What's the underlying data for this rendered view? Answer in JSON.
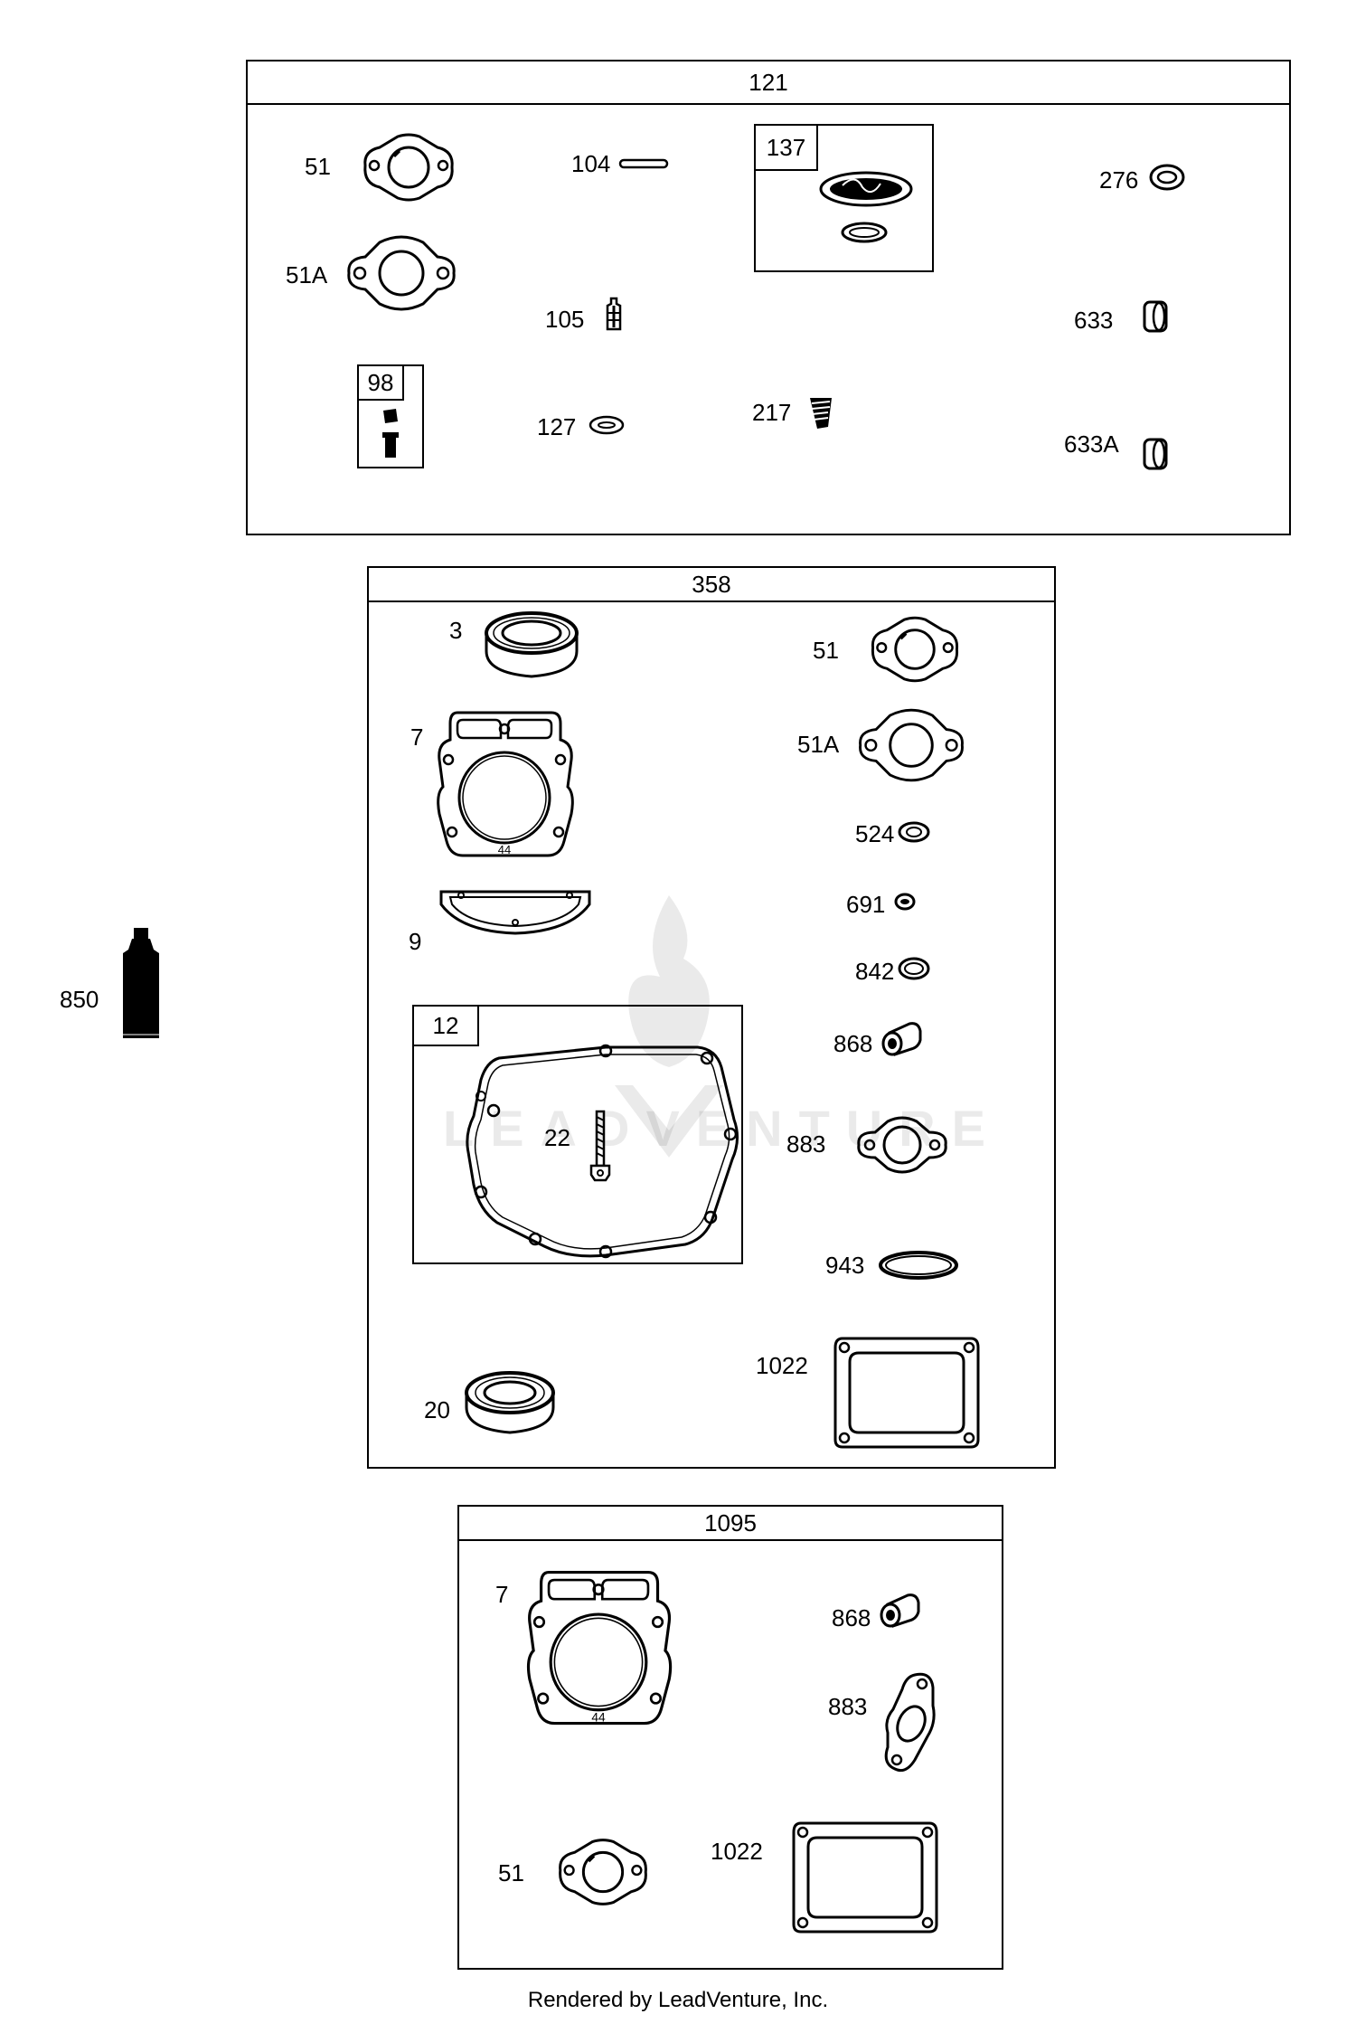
{
  "kits": [
    {
      "id": "121",
      "title": "121",
      "callouts": [
        "51",
        "51A",
        "104",
        "105",
        "127",
        "137",
        "217",
        "276",
        "633",
        "633A",
        "98"
      ]
    },
    {
      "id": "358",
      "title": "358",
      "callouts": [
        "3",
        "7",
        "9",
        "12",
        "22",
        "20",
        "51",
        "51A",
        "524",
        "691",
        "842",
        "868",
        "883",
        "943",
        "1022"
      ]
    },
    {
      "id": "1095",
      "title": "1095",
      "callouts": [
        "7",
        "51",
        "868",
        "883",
        "1022"
      ]
    }
  ],
  "standalone": {
    "callout": "850"
  },
  "watermark": {
    "text": "LEADVENTURE"
  },
  "footer": {
    "text": "Rendered by LeadVenture, Inc."
  }
}
